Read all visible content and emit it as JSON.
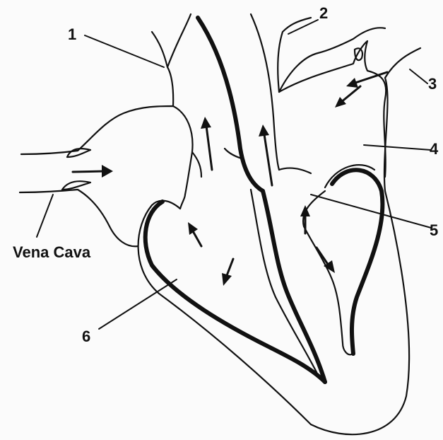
{
  "diagram": {
    "labels": {
      "l1": "1",
      "l2": "2",
      "l3": "3",
      "l4": "4",
      "l5": "5",
      "l6": "6",
      "vena_cava": "Vena Cava"
    }
  }
}
